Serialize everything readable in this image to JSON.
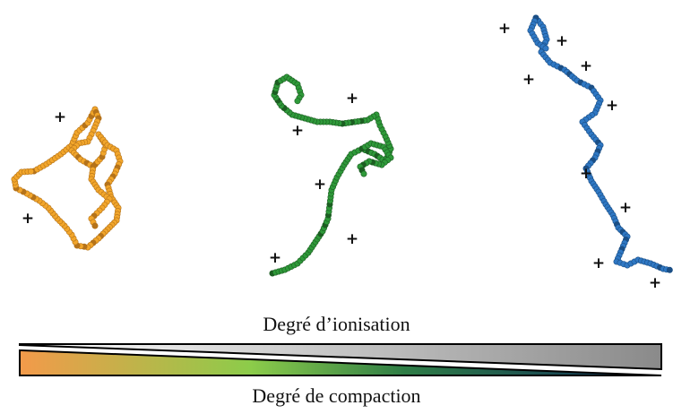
{
  "labels": {
    "ionisation": "Degré d’ionisation",
    "compaction": "Degré de compaction"
  },
  "charge_symbol": "+",
  "chains": [
    {
      "name": "compact-chain",
      "color": "#f2a62b",
      "dark": "#b5731a"
    },
    {
      "name": "intermediate-chain",
      "color": "#2f9a3a",
      "dark": "#1c5e22"
    },
    {
      "name": "extended-chain",
      "color": "#2f78c4",
      "dark": "#1b4f86"
    }
  ],
  "gradients": {
    "ionisation": [
      "#ffffff",
      "#8a8a8a"
    ],
    "compaction": [
      "#f39a4a",
      "#8ccc4a",
      "#2e7d46",
      "#0d2a5a"
    ]
  }
}
